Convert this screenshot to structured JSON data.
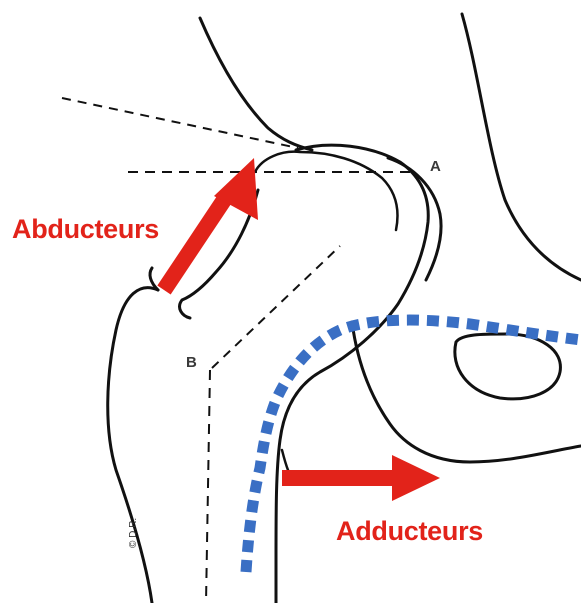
{
  "labels": {
    "abductors": "Abducteurs",
    "adductors": "Adducteurs",
    "point_a": "A",
    "point_b": "B",
    "credit": "© D.R."
  },
  "colors": {
    "outline": "#111111",
    "arrow": "#e2231a",
    "acetabulum_dotted": "#3a6fc4",
    "background": "#ffffff"
  }
}
